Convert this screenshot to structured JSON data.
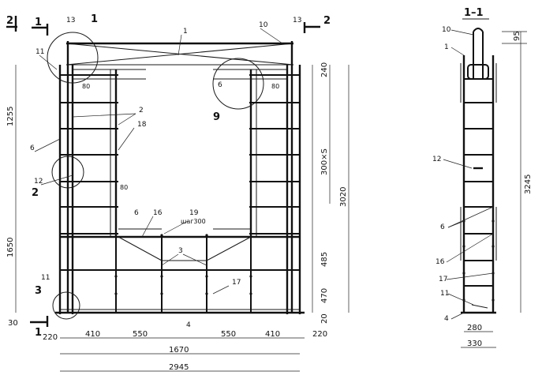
{
  "section_marks": {
    "a": "1",
    "b": "2"
  },
  "section_title": "1–1",
  "callouts": [
    "1",
    "2",
    "3",
    "9"
  ],
  "positions": [
    "1",
    "2",
    "3",
    "4",
    "6",
    "10",
    "11",
    "12",
    "13",
    "16",
    "17",
    "18",
    "19"
  ],
  "note": "шаг300",
  "main_dims": {
    "bottom_row1": [
      "220",
      "410",
      "550",
      "550",
      "410",
      "220"
    ],
    "bottom_row2": [
      "1670"
    ],
    "bottom_row3": [
      "2945"
    ],
    "left": [
      "1255",
      "1650",
      "30"
    ],
    "right_small": [
      "240",
      "485",
      "470",
      "20"
    ],
    "right_vert": [
      "300×S",
      "3020"
    ],
    "inner": [
      "80",
      "80",
      "80"
    ]
  },
  "section_dims": {
    "top": "95",
    "total": "3245",
    "width1": "280",
    "width2": "330"
  }
}
